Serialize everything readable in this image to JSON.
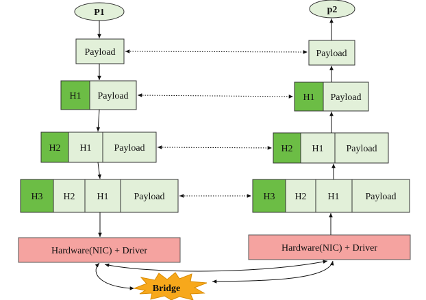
{
  "processes": {
    "sender": "P1",
    "receiver": "p2"
  },
  "labels": {
    "payload": "Payload",
    "h1": "H1",
    "h2": "H2",
    "h3": "H3",
    "hardware": "Hardware(NIC) + Driver",
    "bridge": "Bridge"
  },
  "colors": {
    "header_cell": "#6cbd45",
    "payload_cell": "#e2f0d9",
    "hardware_box": "#f5a3a0",
    "bridge": "#f7a81b"
  }
}
